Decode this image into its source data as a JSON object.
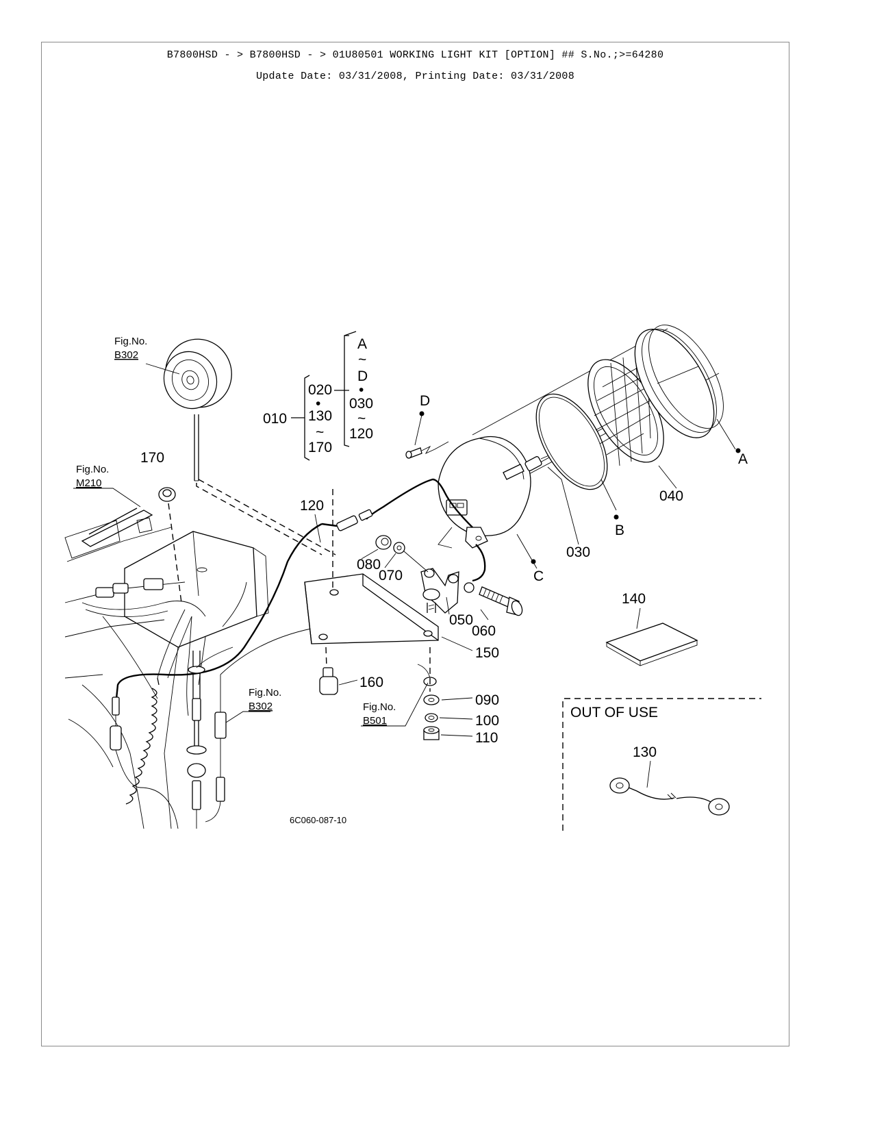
{
  "header": {
    "title": "B7800HSD - > B7800HSD - > 01U80501 WORKING LIGHT KIT [OPTION] ## S.No.;>=64280",
    "dates": "Update Date: 03/31/2008, Printing Date: 03/31/2008"
  },
  "refs": {
    "b302_top": {
      "label": "Fig.No.",
      "value": "B302"
    },
    "m210": {
      "label": "Fig.No.",
      "value": "M210"
    },
    "b302_bottom": {
      "label": "Fig.No.",
      "value": "B302"
    },
    "b501": {
      "label": "Fig.No.",
      "value": "B501"
    }
  },
  "kit_group": {
    "main": "010",
    "inner": [
      "020",
      "•",
      "130",
      "~",
      "170"
    ],
    "outer": [
      "A",
      "~",
      "D",
      "•",
      "030",
      "~",
      "120"
    ]
  },
  "parts": {
    "p030": "030",
    "p040": "040",
    "p050": "050",
    "p060": "060",
    "p070": "070",
    "p080": "080",
    "p090": "090",
    "p100": "100",
    "p110": "110",
    "p120": "120",
    "p130": "130",
    "p140": "140",
    "p150": "150",
    "p160": "160",
    "p170": "170"
  },
  "points": {
    "a": "A",
    "b": "B",
    "c": "C",
    "d": "D"
  },
  "out_of_use": "OUT OF USE",
  "drawing_code": "6C060-087-10"
}
